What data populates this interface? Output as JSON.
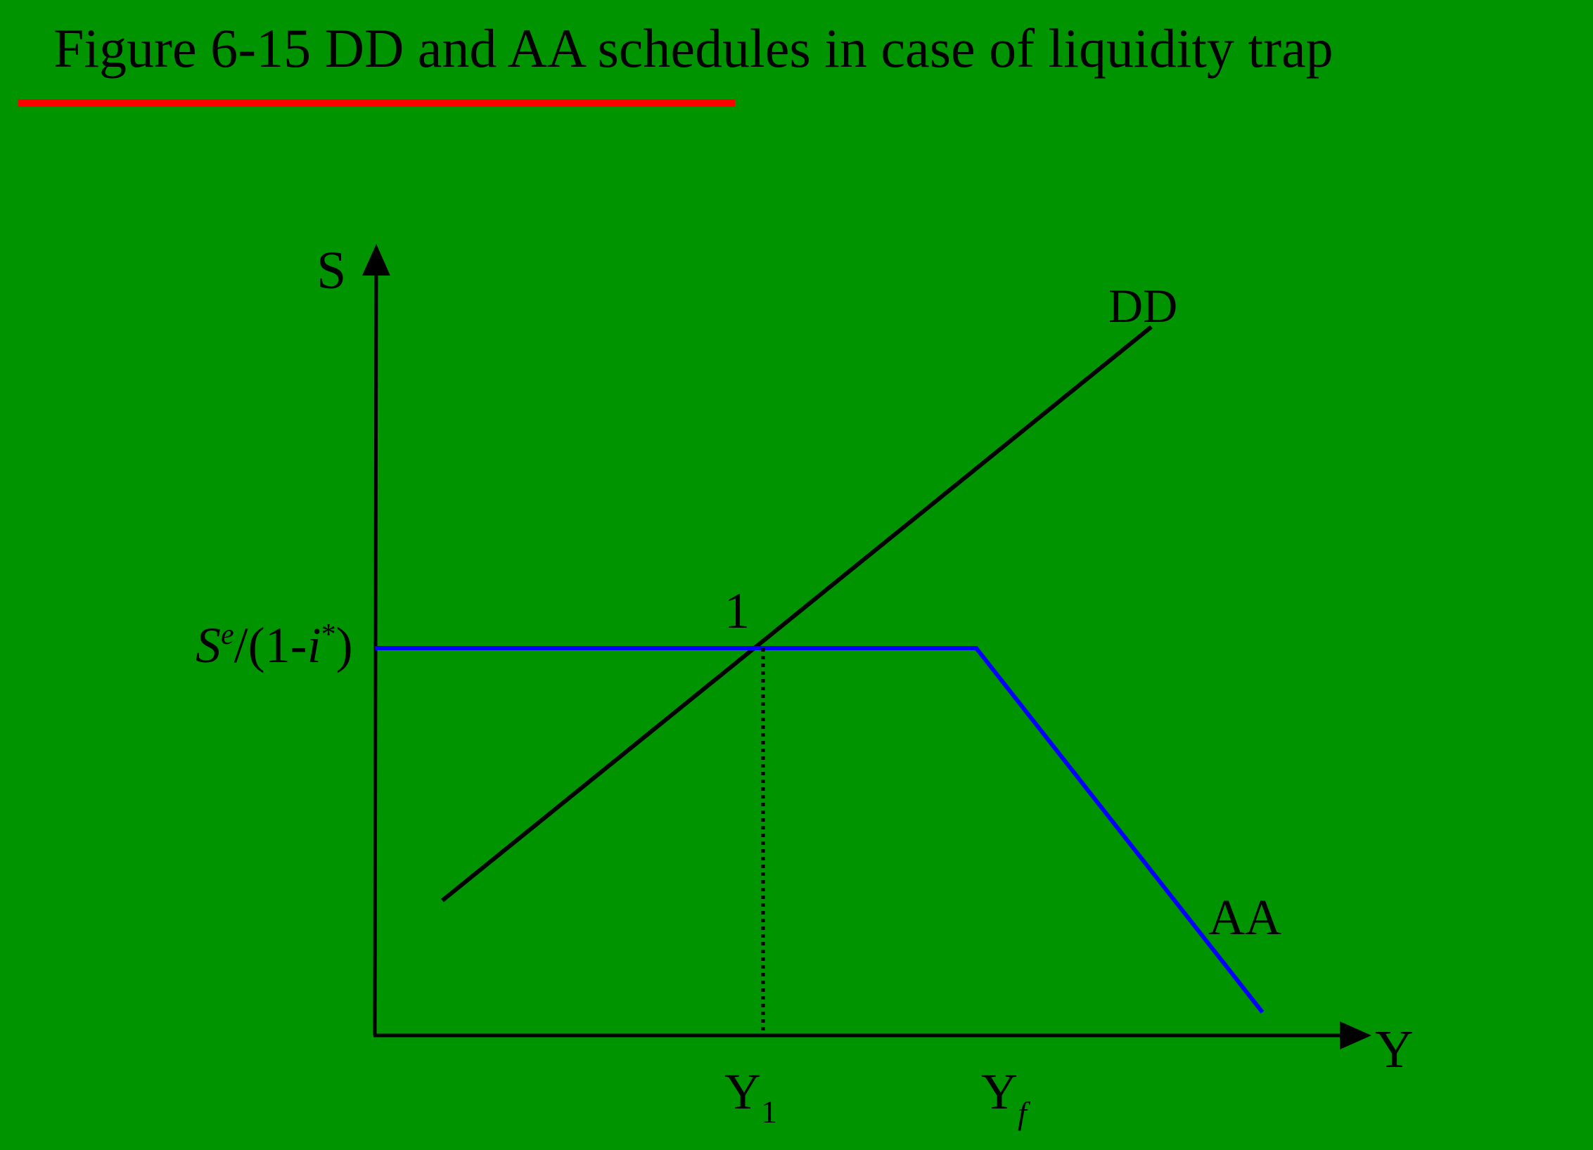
{
  "title": "Figure 6-15 DD and AA schedules in case of liquidity trap",
  "colors": {
    "background": "#009500",
    "underline": "#ff0000",
    "dd_curve": "#000000",
    "aa_curve": "#0000ff",
    "axes": "#000000"
  },
  "diagram": {
    "y_axis_label": "S",
    "x_axis_label": "Y",
    "dd_label": "DD",
    "aa_label": "AA",
    "equilibrium_label": "1",
    "s_level_label": {
      "base": "S",
      "sup": "e",
      "mid": "/(1-",
      "i": "i",
      "star": "*",
      "close": ")"
    },
    "y1_label": {
      "base": "Y",
      "sub": "1"
    },
    "yf_label": {
      "base": "Y",
      "sub": "f"
    }
  }
}
